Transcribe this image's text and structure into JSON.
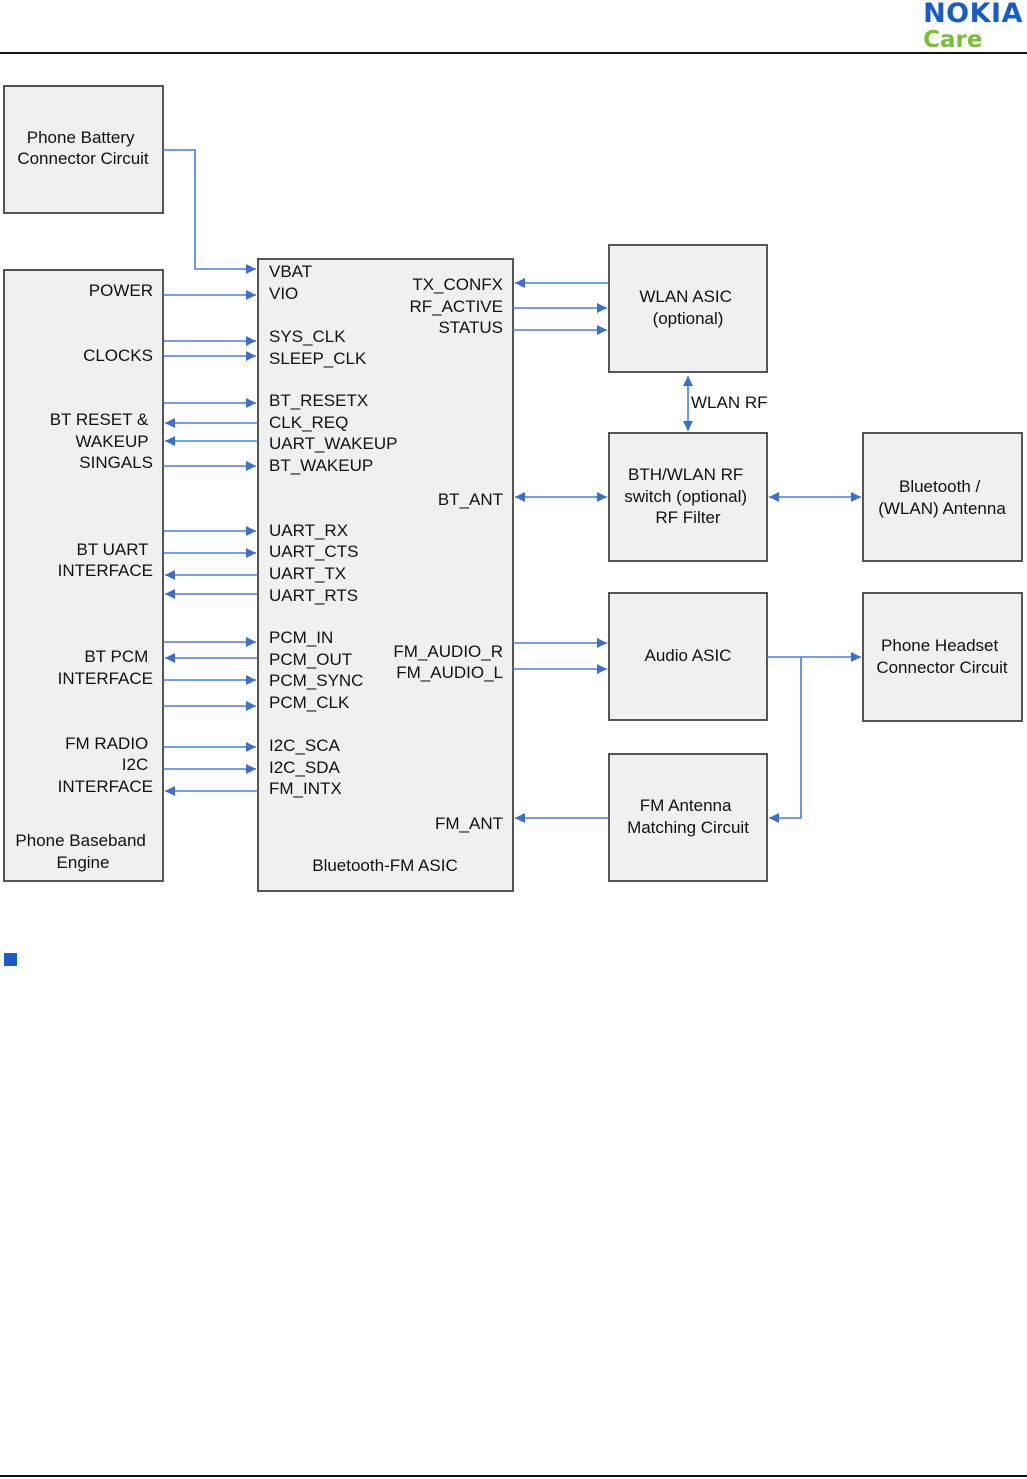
{
  "header": {
    "brand_name": "NOKIA",
    "brand_sub": "Care"
  },
  "blocks": {
    "battery": [
      "Phone Battery",
      "Connector Circuit"
    ],
    "baseband": [
      "Phone Baseband",
      "Engine"
    ],
    "asic_title": "Bluetooth-FM ASIC",
    "wlan_asic": [
      "WLAN ASIC",
      "(optional)"
    ],
    "rf_switch": [
      "BTH/WLAN RF",
      "switch (optional)",
      "RF Filter"
    ],
    "antenna": [
      "Bluetooth /",
      "(WLAN) Antenna"
    ],
    "audio_asic": [
      "Audio ASIC"
    ],
    "headset": [
      "Phone Headset",
      "Connector Circuit"
    ],
    "fm_antenna": [
      "FM Antenna",
      "Matching Circuit"
    ]
  },
  "baseband_groups": {
    "power": [
      "POWER"
    ],
    "clocks": [
      "CLOCKS"
    ],
    "bt_reset": [
      "BT RESET &",
      "WAKEUP",
      "SINGALS"
    ],
    "bt_uart": [
      "BT UART",
      "INTERFACE"
    ],
    "bt_pcm": [
      "BT PCM",
      "INTERFACE"
    ],
    "fm_radio": [
      "FM RADIO",
      "I2C",
      "INTERFACE"
    ]
  },
  "asic_left_signals": [
    "VBAT",
    "VIO",
    "SYS_CLK",
    "SLEEP_CLK",
    "BT_RESETX",
    "CLK_REQ",
    "UART_WAKEUP",
    "BT_WAKEUP",
    "UART_RX",
    "UART_CTS",
    "UART_TX",
    "UART_RTS",
    "PCM_IN",
    "PCM_OUT",
    "PCM_SYNC",
    "PCM_CLK",
    "I2C_SCA",
    "I2C_SDA",
    "FM_INTX"
  ],
  "asic_right_signals": [
    "TX_CONFX",
    "RF_ACTIVE",
    "STATUS",
    "BT_ANT",
    "FM_AUDIO_R",
    "FM_AUDIO_L",
    "FM_ANT"
  ],
  "link_labels": {
    "wlan_rf": "WLAN RF"
  },
  "colors": {
    "brand_blue": "#1a5cc7",
    "brand_green": "#79bd3a",
    "wire": "#4a7fd4",
    "block_fill": "#f0f0f0"
  }
}
